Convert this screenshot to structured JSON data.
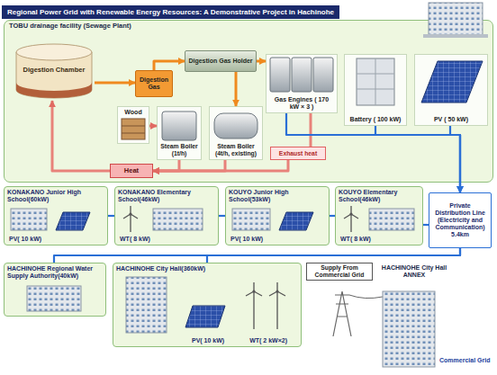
{
  "diagram": {
    "title": "Regional Power Grid with Renewable Energy Resources: A Demonstrative Project in Hachinohe",
    "nodes": [
      {
        "text": [
          "TOBU drainage facility (Sewage Plant)"
        ]
      },
      {
        "text": [
          "Digestion Chamber"
        ],
        "in": 0
      },
      {
        "text": [
          "Digestion Gas"
        ],
        "in": 0
      },
      {
        "text": [
          "Digestion Gas Holder"
        ],
        "in": 0
      },
      {
        "text": [
          "Wood"
        ],
        "in": 0
      },
      {
        "text": [
          "Steam Boiler (1t/h)"
        ],
        "in": 0
      },
      {
        "text": [
          "Steam Boiler (4t/h, existing)"
        ],
        "in": 0
      },
      {
        "text": [
          "Gas Engines ( 170 kW × 3 )"
        ],
        "in": 0
      },
      {
        "text": [
          "Battery ( 100 kW)"
        ],
        "in": 0
      },
      {
        "text": [
          "PV ( 50 kW)"
        ],
        "in": 0
      },
      {
        "text": [
          "Exhaust heat"
        ],
        "in": 0
      },
      {
        "text": [
          "Heat"
        ],
        "in": 0
      },
      {
        "text": [
          "KONAKANO Junior High School(60kW)",
          "PV( 10 kW)"
        ]
      },
      {
        "text": [
          "KONAKANO Elementary School(46kW)",
          "WT( 8 kW)"
        ]
      },
      {
        "text": [
          "KOUYO Junior High School(53kW)",
          "PV( 10 kW)"
        ]
      },
      {
        "text": [
          "KOUYO Elementary School(46kW)",
          "WT( 8 kW)"
        ]
      },
      {
        "text": [
          "Private Distribution Line (Electricity and Communication) 5.4km"
        ]
      },
      {
        "text": [
          "HACHINOHE Regional Water Supply Authority(40kW)"
        ]
      },
      {
        "text": [
          "HACHINOHE City Hall(360kW)",
          "PV( 10 kW)",
          "WT( 2 kW×2)"
        ]
      },
      {
        "text": [
          "Supply From Commercial Grid"
        ]
      },
      {
        "text": [
          "HACHINOHE City Hall ANNEX"
        ]
      }
    ],
    "edges": [
      {
        "from": 1,
        "to": 2,
        "arrow": "to"
      },
      {
        "from": 2,
        "to": 3,
        "arrow": "to"
      },
      {
        "from": 3,
        "to": 7,
        "arrow": "to"
      },
      {
        "from": 3,
        "to": 6,
        "arrow": "to"
      },
      {
        "from": 4,
        "to": 5,
        "arrow": "to"
      },
      {
        "from": 7,
        "to": 10,
        "arrow": "none"
      },
      {
        "from": 10,
        "to": 11,
        "arrow": "to"
      },
      {
        "from": 5,
        "to": 11,
        "arrow": "to"
      },
      {
        "from": 6,
        "to": 11,
        "arrow": "to"
      },
      {
        "from": 11,
        "to": 1,
        "arrow": "to"
      },
      {
        "from": 7,
        "to": 16,
        "arrow": "to"
      },
      {
        "from": 8,
        "to": 16,
        "arrow": "to"
      },
      {
        "from": 9,
        "to": 16,
        "arrow": "to"
      },
      {
        "from": 12,
        "to": 13,
        "arrow": "none"
      },
      {
        "from": 13,
        "to": 14,
        "arrow": "none"
      },
      {
        "from": 14,
        "to": 15,
        "arrow": "none"
      },
      {
        "from": 15,
        "to": 16,
        "arrow": "none"
      },
      {
        "from": 17,
        "to": 16,
        "arrow": "none"
      },
      {
        "from": 18,
        "to": 16,
        "arrow": "none"
      }
    ],
    "labels": [
      "Commercial Grid"
    ]
  }
}
